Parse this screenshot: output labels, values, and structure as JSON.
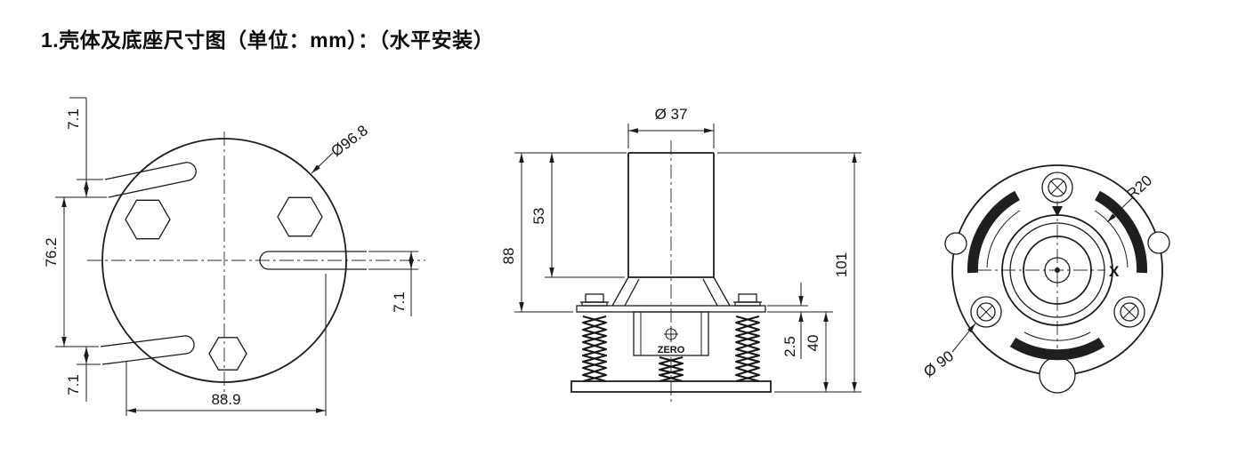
{
  "title": "1.壳体及底座尺寸图（单位：mm）：（水平安装）",
  "colors": {
    "line": "#1c1c1c",
    "background": "#ffffff"
  },
  "views": {
    "base": {
      "dim_slot_top": "7.1",
      "dim_slot_spacing": "76.2",
      "dim_slot_bottom": "7.1",
      "dim_slot_right": "7.1",
      "dim_base_width": "88.9",
      "dim_outer_diameter": "Ø96.8"
    },
    "side": {
      "dim_tube_diameter": "Ø 37",
      "dim_tube_height": "53",
      "dim_upper_height": "88",
      "dim_total_height": "101",
      "dim_plate_thickness": "2.5",
      "dim_lower_height": "40",
      "zero_marking": "ZERO"
    },
    "bottom": {
      "dim_lobe_radius": "R20",
      "dim_bolt_circle": "Ø 90",
      "axis_label": "X"
    }
  }
}
